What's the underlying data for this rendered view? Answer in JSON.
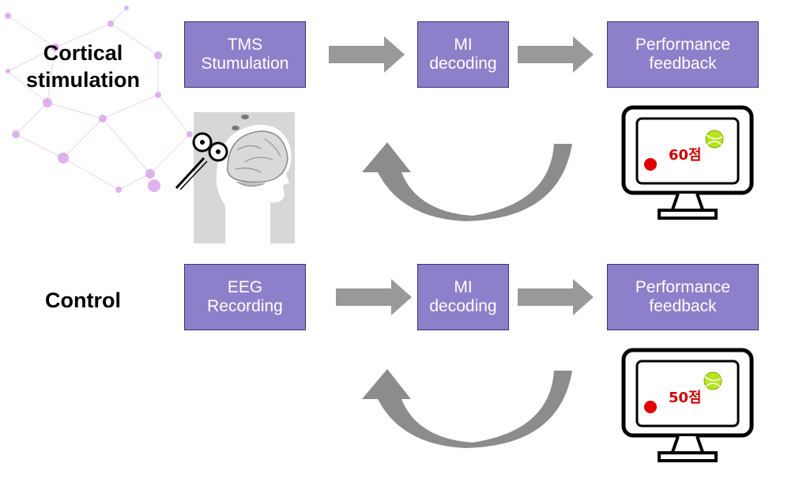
{
  "rows": [
    {
      "label_lines": [
        "Cortical",
        "stimulation"
      ],
      "boxes": [
        {
          "lines": [
            "TMS",
            "Stumulation"
          ]
        },
        {
          "lines": [
            "MI",
            "decoding"
          ]
        },
        {
          "lines": [
            "Performance",
            "feedback"
          ]
        }
      ],
      "score": "60점"
    },
    {
      "label_lines": [
        "Control"
      ],
      "boxes": [
        {
          "lines": [
            "EEG",
            "Recording"
          ]
        },
        {
          "lines": [
            "MI",
            "decoding"
          ]
        },
        {
          "lines": [
            "Performance",
            "feedback"
          ]
        }
      ],
      "score": "50점"
    }
  ],
  "colors": {
    "box_fill": "#8d7fc9",
    "arrow": "#999999",
    "score": "#cc0000",
    "red_dot": "#e00000",
    "ball": "#b5e51d"
  },
  "icons": [
    "tms-coil-icon",
    "brain-head-icon",
    "monitor-icon",
    "tennis-ball-icon"
  ]
}
